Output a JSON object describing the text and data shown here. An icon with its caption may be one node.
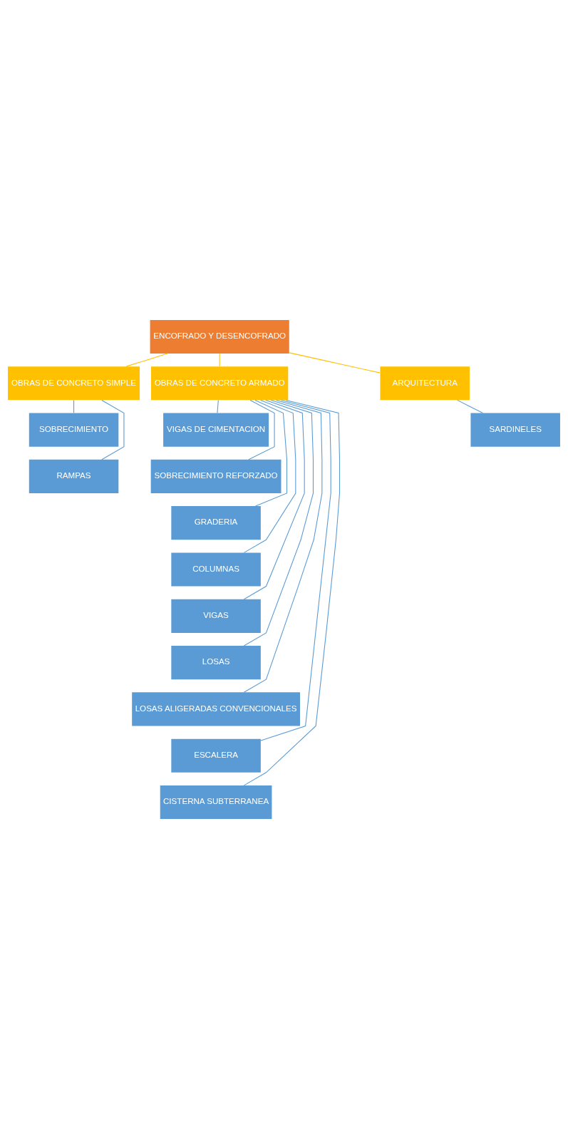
{
  "diagram": {
    "nodes": [
      {
        "text": [
          "ENCOFRADO Y DESENCOFRADO"
        ]
      },
      {
        "text": [
          "OBRAS DE CONCRETO SIMPLE"
        ]
      },
      {
        "text": [
          "OBRAS DE CONCRETO ARMADO"
        ]
      },
      {
        "text": [
          "ARQUITECTURA"
        ]
      },
      {
        "text": [
          "SOBRECIMIENTO"
        ]
      },
      {
        "text": [
          "RAMPAS"
        ]
      },
      {
        "text": [
          "VIGAS DE CIMENTACION"
        ]
      },
      {
        "text": [
          "SOBRECIMIENTO REFORZADO"
        ]
      },
      {
        "text": [
          "GRADERIA"
        ]
      },
      {
        "text": [
          "COLUMNAS"
        ]
      },
      {
        "text": [
          "VIGAS"
        ]
      },
      {
        "text": [
          "LOSAS"
        ]
      },
      {
        "text": [
          "LOSAS ALIGERADAS CONVENCIONALES"
        ]
      },
      {
        "text": [
          "ESCALERA"
        ]
      },
      {
        "text": [
          "CISTERNA SUBTERRANEA"
        ]
      },
      {
        "text": [
          "SARDINELES"
        ]
      }
    ],
    "edges": [
      {
        "from": 0,
        "to": 1,
        "arrow": "none",
        "color": "#ffc000"
      },
      {
        "from": 0,
        "to": 2,
        "arrow": "none",
        "color": "#ffc000"
      },
      {
        "from": 0,
        "to": 3,
        "arrow": "none",
        "color": "#ffc000"
      },
      {
        "from": 1,
        "to": 4,
        "arrow": "none"
      },
      {
        "from": 1,
        "to": 5,
        "arrow": "none"
      },
      {
        "from": 2,
        "to": 6,
        "arrow": "none"
      },
      {
        "from": 2,
        "to": 7,
        "arrow": "none"
      },
      {
        "from": 2,
        "to": 8,
        "arrow": "none"
      },
      {
        "from": 2,
        "to": 9,
        "arrow": "none"
      },
      {
        "from": 2,
        "to": 10,
        "arrow": "none"
      },
      {
        "from": 2,
        "to": 11,
        "arrow": "none"
      },
      {
        "from": 2,
        "to": 12,
        "arrow": "none"
      },
      {
        "from": 2,
        "to": 13,
        "arrow": "none"
      },
      {
        "from": 2,
        "to": 14,
        "arrow": "none"
      },
      {
        "from": 3,
        "to": 15,
        "arrow": "none"
      }
    ]
  }
}
